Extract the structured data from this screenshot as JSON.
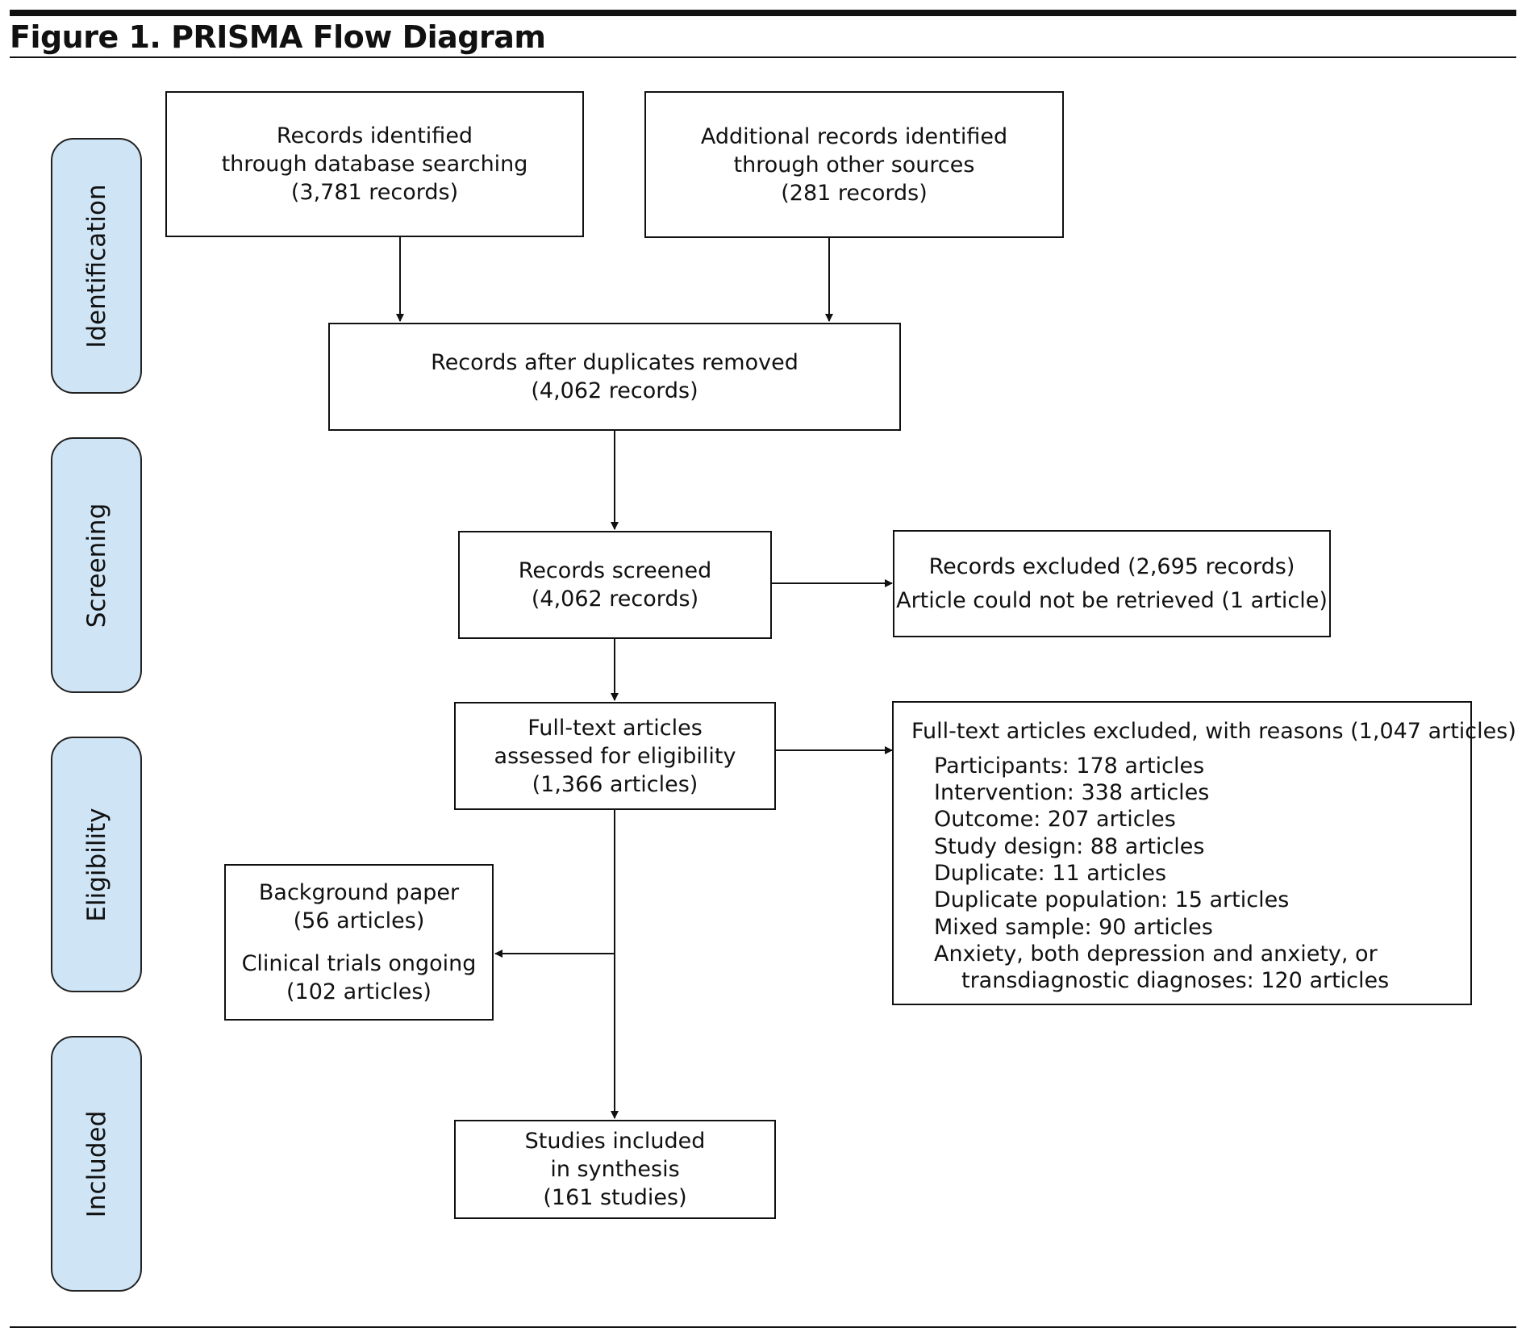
{
  "figure": {
    "title": "Figure 1. PRISMA Flow Diagram"
  },
  "stages": {
    "identification": "Identification",
    "screening": "Screening",
    "eligibility": "Eligibility",
    "included": "Included"
  },
  "boxes": {
    "database": [
      "Records identified",
      "through database searching",
      "(3,781 records)"
    ],
    "other_sources": [
      "Additional records identified",
      "through other sources",
      "(281 records)"
    ],
    "after_duplicates": [
      "Records after duplicates removed",
      "(4,062 records)"
    ],
    "screened": [
      "Records screened",
      "(4,062 records)"
    ],
    "excluded": [
      "Records excluded (2,695 records)",
      "Article could not be retrieved (1 article)"
    ],
    "full_text": [
      "Full-text articles",
      "assessed for eligibility",
      "(1,366 articles)"
    ],
    "background": [
      "Background paper",
      "(56 articles)",
      "Clinical trials ongoing",
      "(102 articles)"
    ],
    "included": [
      "Studies included",
      "in synthesis",
      "(161 studies)"
    ]
  },
  "full_text_excluded": {
    "heading": "Full-text articles excluded, with reasons (1,047 articles)",
    "reasons": [
      "Participants: 178 articles",
      "Intervention: 338 articles",
      "Outcome: 207 articles",
      "Study design: 88 articles",
      "Duplicate: 11 articles",
      "Duplicate population: 15 articles",
      "Mixed sample: 90 articles",
      "Anxiety, both depression and anxiety, or",
      "transdiagnostic diagnoses: 120 articles"
    ]
  },
  "colors": {
    "stage_fill": "#cfe5f6",
    "line": "#111111"
  }
}
